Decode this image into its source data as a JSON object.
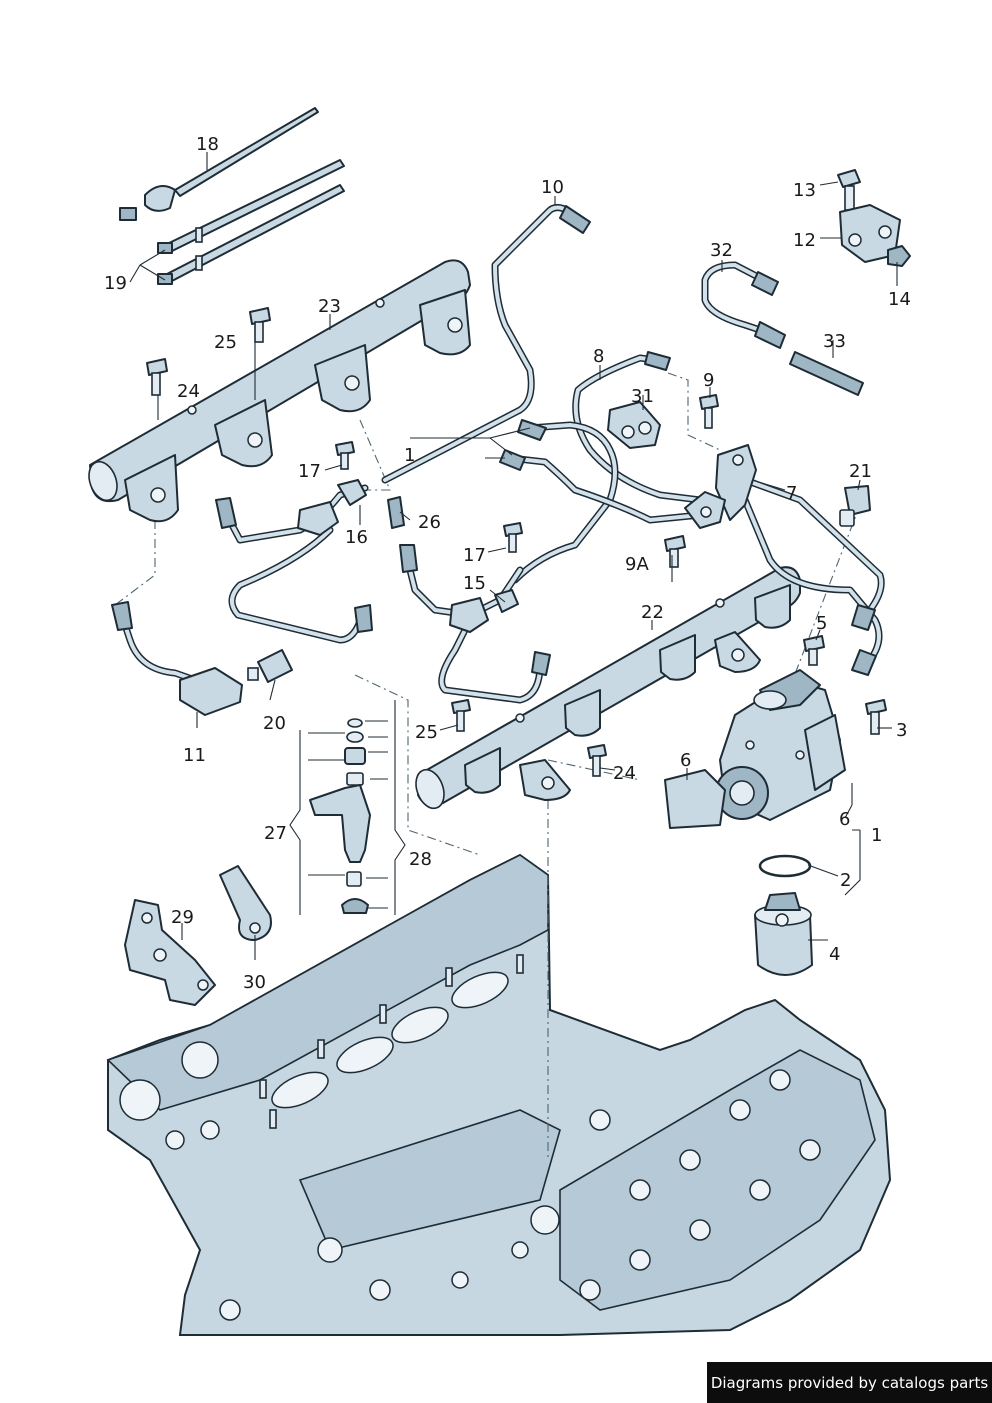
{
  "callouts": {
    "c1a": "1",
    "c1b": "1",
    "c2": "2",
    "c3": "3",
    "c4": "4",
    "c5": "5",
    "c6a": "6",
    "c6b": "6",
    "c7": "7",
    "c8": "8",
    "c9": "9",
    "c9a": "9A",
    "c10": "10",
    "c11": "11",
    "c12": "12",
    "c13": "13",
    "c14": "14",
    "c15": "15",
    "c16": "16",
    "c17a": "17",
    "c17b": "17",
    "c18": "18",
    "c19": "19",
    "c20": "20",
    "c21": "21",
    "c22": "22",
    "c23": "23",
    "c24a": "24",
    "c24b": "24",
    "c25a": "25",
    "c25b": "25",
    "c26": "26",
    "c27": "27",
    "c28": "28",
    "c29": "29",
    "c30": "30",
    "c31": "31",
    "c32": "32",
    "c33": "33"
  },
  "footer": {
    "watermark": "Diagrams provided by catalogs parts"
  }
}
